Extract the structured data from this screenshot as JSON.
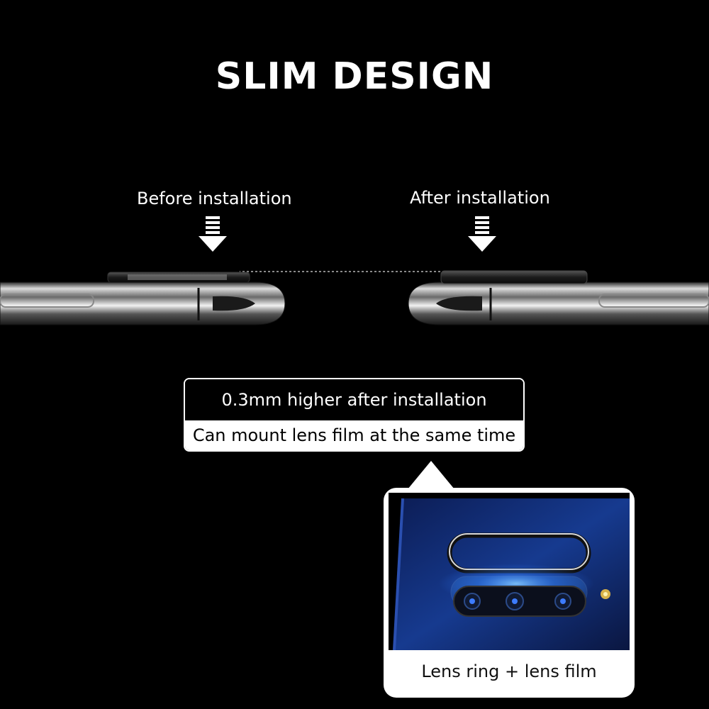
{
  "title": "SLIM DESIGN",
  "labels": {
    "before": "Before installation",
    "after": "After installation"
  },
  "info": {
    "line1": "0.3mm higher after installation",
    "line2": "Can mount lens film at the same time"
  },
  "photo": {
    "caption": "Lens ring + lens film"
  },
  "colors": {
    "background": "#000000",
    "text": "#ffffff",
    "photo_bg": "#142a6b",
    "lens_glow": "#2f7dff"
  },
  "icons": {
    "down_arrow": "down-arrow-icon",
    "pointer": "triangle-pointer-icon"
  }
}
